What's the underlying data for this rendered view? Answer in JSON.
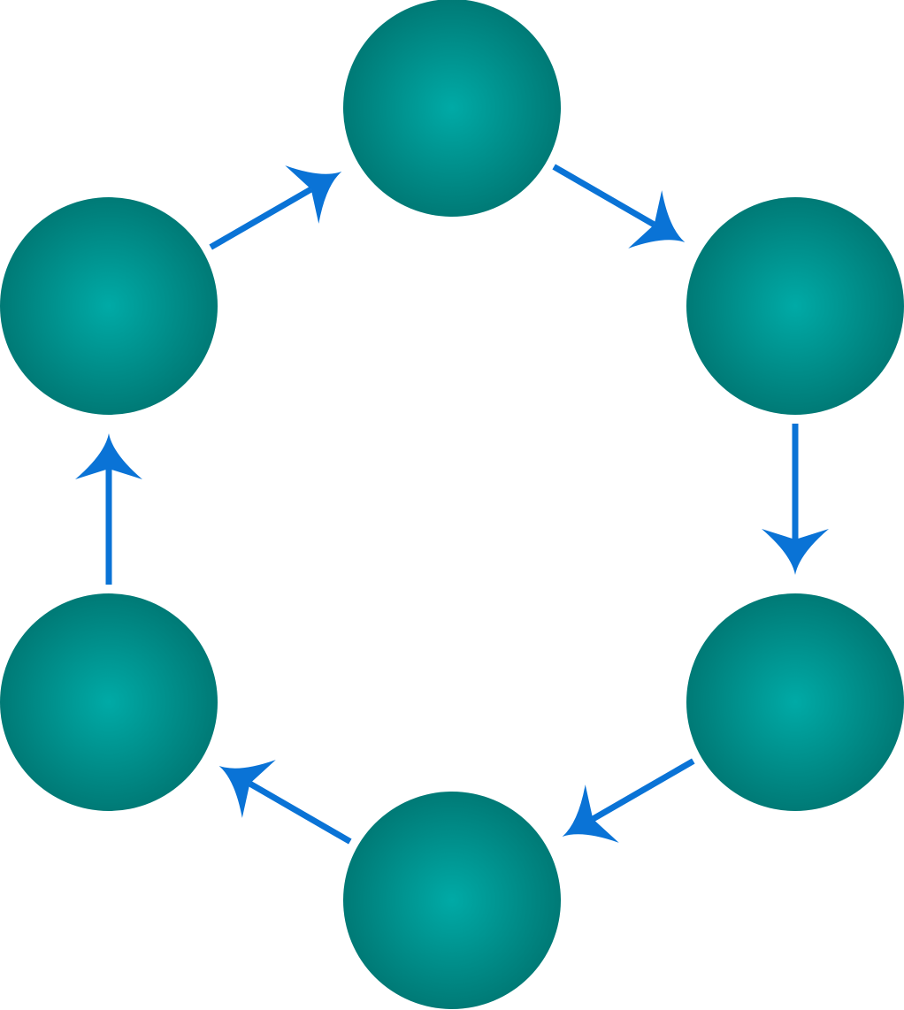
{
  "diagram": {
    "type": "cycle",
    "direction": "clockwise",
    "colors": {
      "background": "#ffffff",
      "node_center": "#00aaa6",
      "node_edge": "#007a76",
      "arrow": "#0a73d6"
    },
    "nodes": [
      {
        "id": "node-top",
        "label": ""
      },
      {
        "id": "node-upper-right",
        "label": ""
      },
      {
        "id": "node-lower-right",
        "label": ""
      },
      {
        "id": "node-bottom",
        "label": ""
      },
      {
        "id": "node-lower-left",
        "label": ""
      },
      {
        "id": "node-upper-left",
        "label": ""
      }
    ],
    "edges": [
      {
        "from": "node-top",
        "to": "node-upper-right"
      },
      {
        "from": "node-upper-right",
        "to": "node-lower-right"
      },
      {
        "from": "node-lower-right",
        "to": "node-bottom"
      },
      {
        "from": "node-bottom",
        "to": "node-lower-left"
      },
      {
        "from": "node-lower-left",
        "to": "node-upper-left"
      },
      {
        "from": "node-upper-left",
        "to": "node-top"
      }
    ]
  }
}
